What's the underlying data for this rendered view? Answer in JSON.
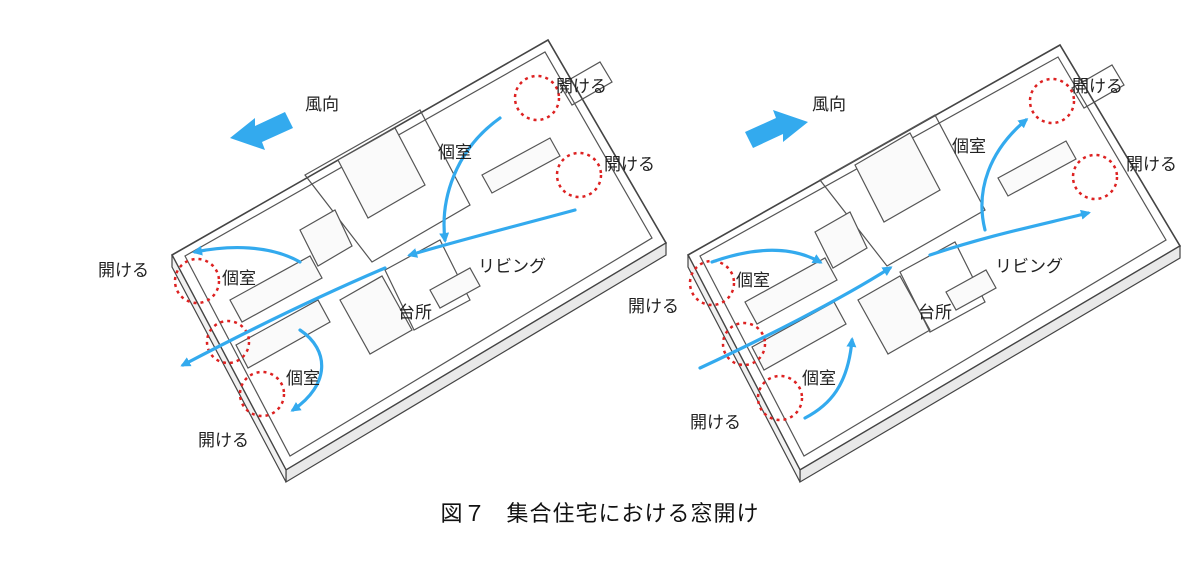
{
  "colors": {
    "airflow_arrow": "#33aaee",
    "wind_arrow": "#33aaee",
    "window_mark": "#dd2222",
    "wall_stroke": "#444444",
    "wall_face": "#ffffff"
  },
  "left_plan": {
    "wind_label": "風向",
    "rooms": {
      "bedroom_top": "個室",
      "bedroom_mid": "個室",
      "bedroom_bottom": "個室",
      "living": "リビング",
      "kitchen": "台所"
    },
    "window_labels": {
      "top_right_1": "開ける",
      "top_right_2": "開ける",
      "left": "開ける",
      "bottom": "開ける"
    }
  },
  "right_plan": {
    "wind_label": "風向",
    "rooms": {
      "bedroom_top": "個室",
      "bedroom_mid": "個室",
      "bedroom_bottom": "個室",
      "living": "リビング",
      "kitchen": "台所"
    },
    "window_labels": {
      "top_right_1": "開ける",
      "top_right_2": "開ける",
      "left": "開ける",
      "bottom": "開ける"
    }
  },
  "caption": {
    "figure_no": "図７",
    "title": "集合住宅における窓開け"
  }
}
